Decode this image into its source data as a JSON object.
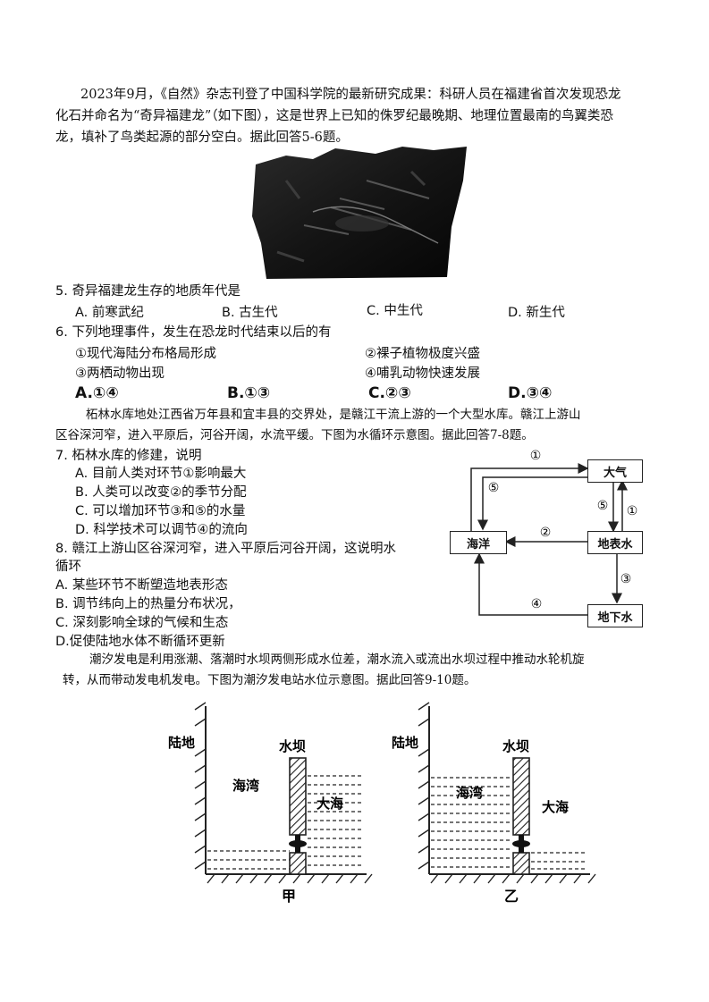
{
  "intro1": {
    "line1": "2023年9月，《自然》杂志刊登了中国科学院的最新研究成果：科研人员在福建省首次发现恐龙",
    "line2": "化石并命名为“奇异福建龙”（如下图），这是世界上已知的侏罗纪最晚期、地理位置最南的鸟翼类恐",
    "line3": "龙，填补了鸟类起源的部分空白。据此回答5-6题。"
  },
  "q5": {
    "stem": "5. 奇异福建龙生存的地质年代是",
    "a": "A. 前寒武纪",
    "b": "B. 古生代",
    "c": "C. 中生代",
    "d": "D. 新生代"
  },
  "q6": {
    "stem": "6. 下列地理事件，发生在恐龙时代结束以后的有",
    "o1": "①现代海陆分布格局形成",
    "o2": "②裸子植物极度兴盛",
    "o3": "③两栖动物出现",
    "o4": "④哺乳动物快速发展",
    "a": "A.①④",
    "b": "B.①③",
    "c": "C.②③",
    "d": "D.③④"
  },
  "intro2": {
    "line1": "柘林水库地处江西省万年县和宜丰县的交界处，是赣江干流上游的一个大型水库。赣江上游山",
    "line2": "区谷深河窄，进入平原后，河谷开阔，水流平缓。下图为水循环示意图。据此回答7-8题。"
  },
  "q7": {
    "stem": "7. 柘林水库的修建，说明",
    "a": "A.  目前人类对环节①影响最大",
    "b": "B.  人类可以改变②的季节分配",
    "c": "C.  可以增加环节③和⑤的水量",
    "d": "D. 科学技术可以调节④的流向"
  },
  "q8": {
    "stem1": "8.  赣江上游山区谷深河窄，进入平原后河谷开阔，这说明水",
    "stem2": "循环",
    "a": "A. 某些环节不断塑造地表形态",
    "b": "B. 调节纬向上的热量分布状况，",
    "c": "C. 深刻影响全球的气候和生态",
    "d": "D.促使陆地水体不断循环更新"
  },
  "cycle": {
    "atmosphere": "大气",
    "ocean": "海洋",
    "surface_water": "地表水",
    "groundwater": "地下水",
    "n1": "①",
    "n2": "②",
    "n3": "③",
    "n4": "④",
    "n5": "⑤"
  },
  "intro3": {
    "line1": "潮汐发电是利用涨潮、落潮时水坝两侧形成水位差，潮水流入或流出水坝过程中推动水轮机旋",
    "line2": "转，从而带动发电机发电。下图为潮汐发电站水位示意图。据此回答9-10题。"
  },
  "tidal": {
    "land": "陆地",
    "dam": "水坝",
    "bay": "海湾",
    "sea": "大海",
    "label_a": "甲",
    "label_b": "乙"
  }
}
